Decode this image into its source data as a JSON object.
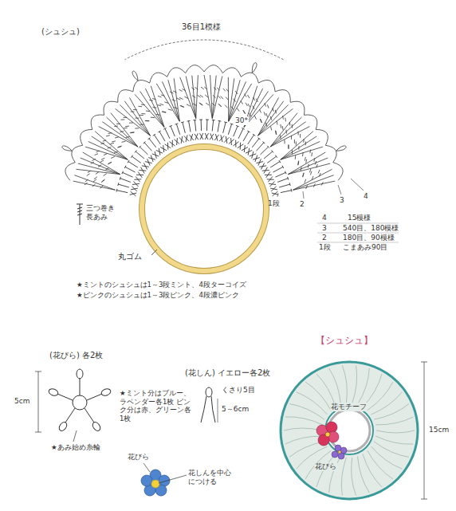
{
  "diagram": {
    "labels": [
      "(シュシュ)",
      "36目1模様",
      "30*",
      "三つ巻き 長あみ",
      "丸ゴム",
      "1段",
      "2",
      "3",
      "4",
      "4",
      "15模様",
      "3",
      "540目、180模様",
      "2",
      "180目、90模様",
      "1段",
      "こまあみ90目",
      "★ミントのシュシュは1～3段ミント、4段ターコイズ",
      "★ピンクのシュシュは1～3段ピンク、4段濃ピンク",
      "(花びら) 各2枚",
      "5cm",
      "★あみ始め糸輪",
      "★ミント分はブルー、ラベンダー各1枚 ピンク分は赤、グリーン各1枚",
      "(花しん) イエロー各2枚",
      "くさり5目",
      "5～6cm",
      "花びら",
      "花しんを中心につける",
      "【シュシュ】",
      "花モチーフ",
      "花びら",
      "15cm"
    ]
  }
}
